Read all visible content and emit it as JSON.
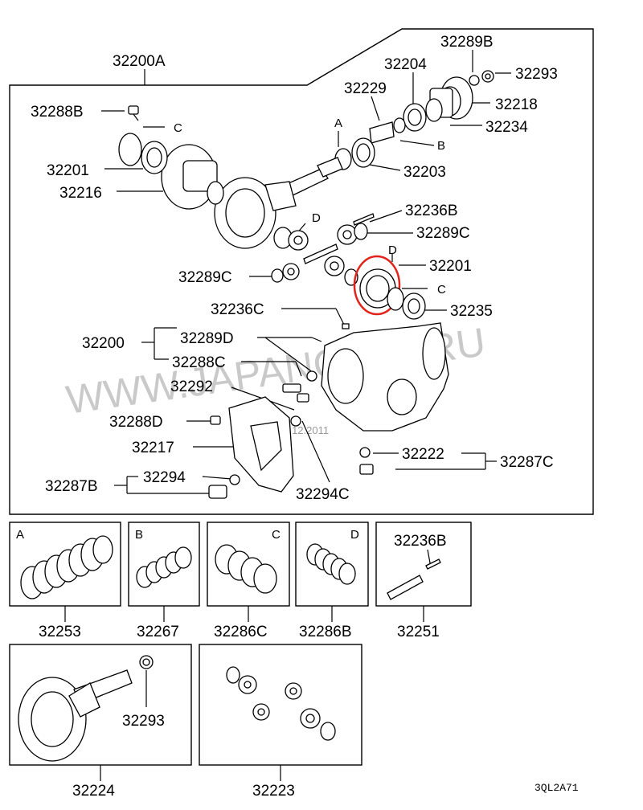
{
  "diagram": {
    "labels": {
      "l32200A": "32200A",
      "l32289B_top": "32289B",
      "l32204": "32204",
      "l32293_top": "32293",
      "l32229": "32229",
      "l32218": "32218",
      "l32234": "32234",
      "l32288B": "32288B",
      "l32201_left": "32201",
      "l32216": "32216",
      "l32203": "32203",
      "l32236B_main": "32236B",
      "l32289C_right": "32289C",
      "l32201_right": "32201",
      "l32289C_left": "32289C",
      "l32235": "32235",
      "l32236C": "32236C",
      "l32200": "32200",
      "l32289D": "32289D",
      "l32288C": "32288C",
      "l32292": "32292",
      "l32288D": "32288D",
      "l32217": "32217",
      "l32222": "32222",
      "l32287C": "32287C",
      "l32294": "32294",
      "l32287B": "32287B",
      "l32294C": "32294C"
    },
    "letters": {
      "C1": "C",
      "A1": "A",
      "B1": "B",
      "D1": "D",
      "D2": "D",
      "C2": "C"
    },
    "kits": {
      "A": {
        "letter": "A",
        "part": "32253"
      },
      "B": {
        "letter": "B",
        "part": "32267"
      },
      "C": {
        "letter": "C",
        "part": "32286C"
      },
      "D": {
        "letter": "D",
        "part": "32286B"
      },
      "E": {
        "part_top": "32236B",
        "part": "32251"
      }
    },
    "bottom": {
      "left_part": "32224",
      "left_inner": "32293",
      "right_part": "32223"
    },
    "watermark": "WWW.JAPANCATS.RU",
    "date_stamp": "13.12.2011",
    "diagram_code": "3QL2A71",
    "highlight_color": "#e2231a"
  }
}
